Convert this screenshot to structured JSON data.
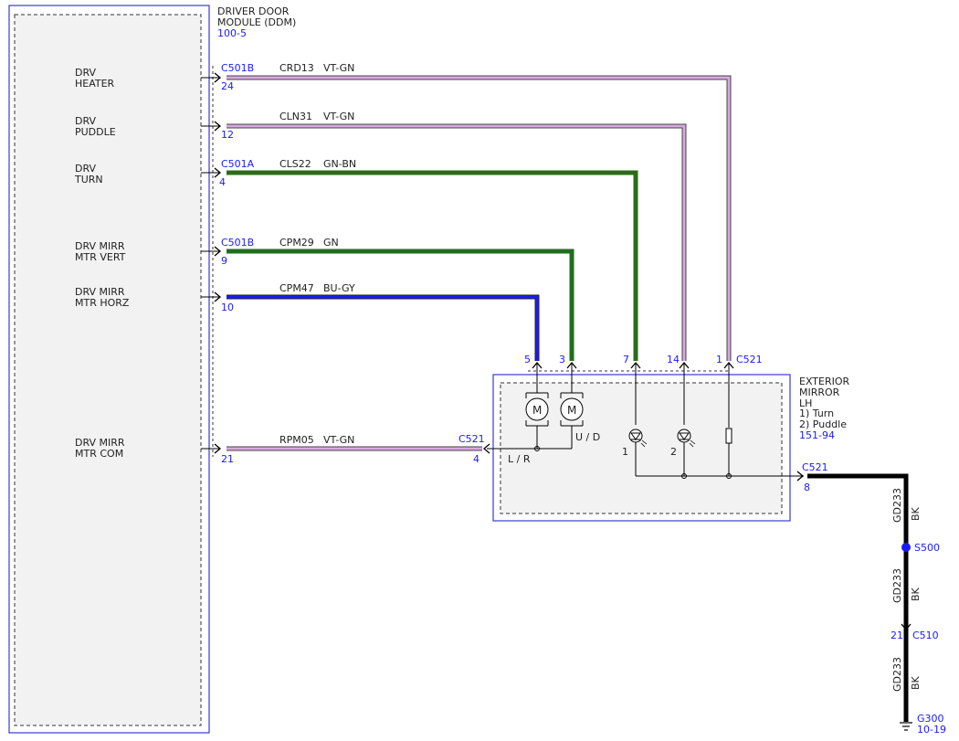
{
  "ddm": {
    "title_line1": "DRIVER DOOR",
    "title_line2": "MODULE (DDM)",
    "ref": "100-5"
  },
  "mirror": {
    "title_line1": "EXTERIOR",
    "title_line2": "MIRROR",
    "title_line3": "LH",
    "note1": "1) Turn",
    "note2": "2) Puddle",
    "ref": "151-94",
    "motor_label": "M",
    "lr_label": "L / R",
    "ud_label": "U / D",
    "lamp1_label": "1",
    "lamp2_label": "2"
  },
  "colors": {
    "vt_gn": "#d8a8e0",
    "gn": "#1f6e1f",
    "gn_bn": "#2d6b1a",
    "bu_gy": "#1a1aff",
    "bk": "#000000",
    "outline_blue": "#3a3ad8",
    "ref_blue": "#1a1aff"
  },
  "circuits": [
    {
      "label1": "DRV",
      "label2": "HEATER",
      "connector": "C501B",
      "pin": "24",
      "circuit": "CRD13",
      "color": "VT-GN",
      "mirror_pin": "1"
    },
    {
      "label1": "DRV",
      "label2": "PUDDLE",
      "connector": "",
      "pin": "12",
      "circuit": "CLN31",
      "color": "VT-GN",
      "mirror_pin": "14"
    },
    {
      "label1": "DRV",
      "label2": "TURN",
      "connector": "C501A",
      "pin": "4",
      "circuit": "CLS22",
      "color": "GN-BN",
      "mirror_pin": "7"
    },
    {
      "label1": "DRV MIRR",
      "label2": "MTR VERT",
      "connector": "C501B",
      "pin": "9",
      "circuit": "CPM29",
      "color": "GN",
      "mirror_pin": "3"
    },
    {
      "label1": "DRV MIRR",
      "label2": "MTR HORZ",
      "connector": "",
      "pin": "10",
      "circuit": "CPM47",
      "color": "BU-GY",
      "mirror_pin": "5"
    },
    {
      "label1": "DRV MIRR",
      "label2": "MTR COM",
      "connector": "",
      "pin": "21",
      "circuit": "RPM05",
      "color": "VT-GN",
      "mirror_pin": "4"
    }
  ],
  "mirror_connector": "C521",
  "ground": {
    "connector_out": "C521",
    "pin_out": "8",
    "circuit": "GD233",
    "color": "BK",
    "splice": "S500",
    "inline_connector": "C510",
    "inline_pin": "21",
    "ground_point": "G300",
    "ground_ref": "10-19"
  }
}
